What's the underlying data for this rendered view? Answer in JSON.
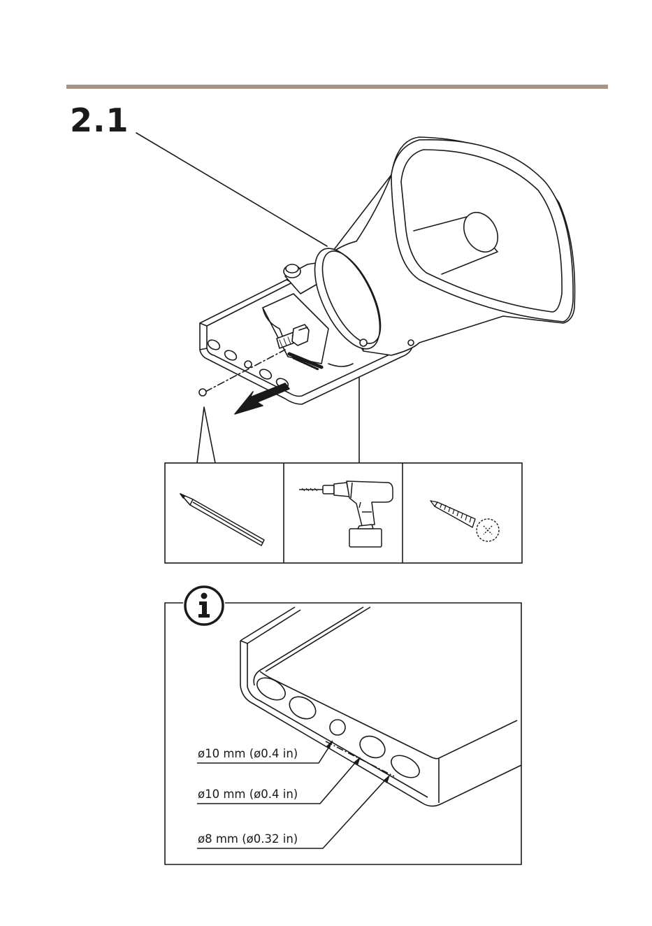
{
  "page": {
    "step_number": "2.1",
    "accent_color": "#a89684"
  },
  "tools": [
    {
      "icon": "pencil-icon"
    },
    {
      "icon": "drill-icon"
    },
    {
      "icon": "screw-icon"
    }
  ],
  "info": {
    "icon": "info-icon",
    "dimensions": [
      {
        "label": "ø10 mm (ø0.4 in)"
      },
      {
        "label": "ø10 mm (ø0.4 in)"
      },
      {
        "label": "ø8 mm (ø0.32 in)"
      }
    ]
  }
}
